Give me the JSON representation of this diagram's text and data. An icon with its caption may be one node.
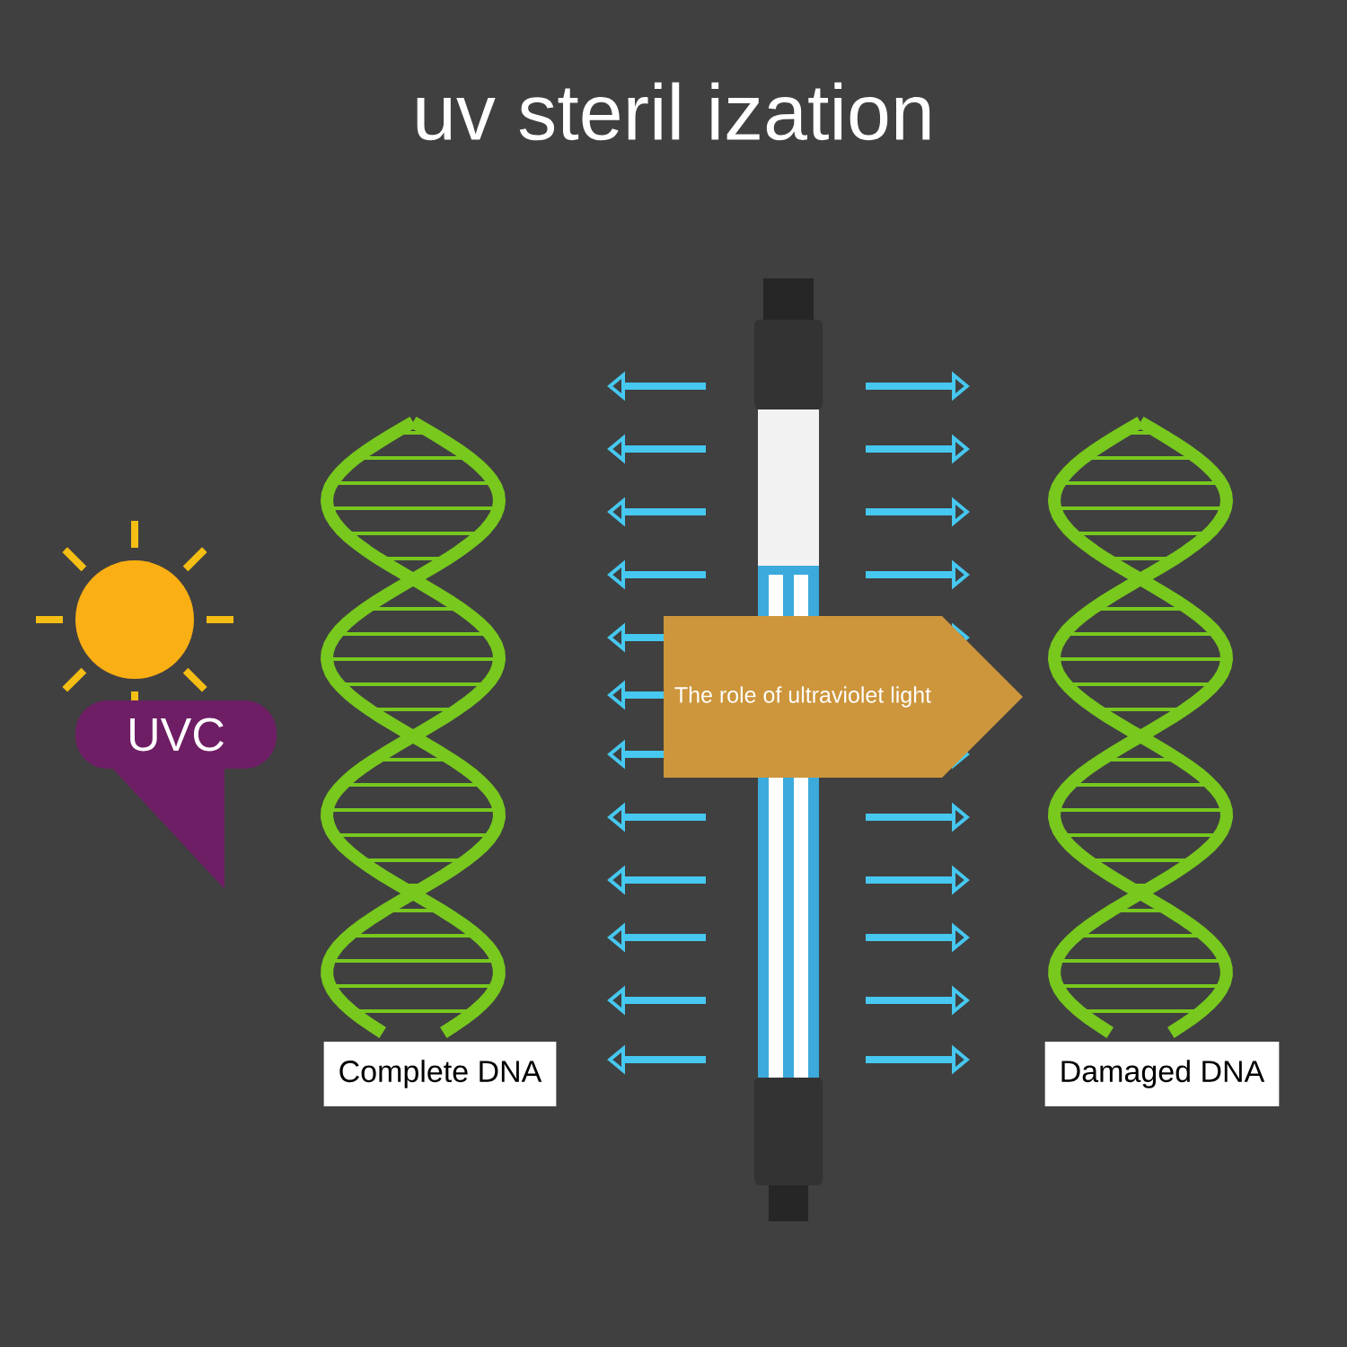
{
  "diagram": {
    "title": "uv steril ization",
    "nodes": [
      {
        "text": [
          "UVC"
        ]
      },
      {
        "text": [
          "Complete DNA"
        ]
      },
      {
        "text": [
          "The role of ultraviolet light"
        ]
      },
      {
        "text": [
          "Damaged DNA"
        ]
      }
    ]
  }
}
